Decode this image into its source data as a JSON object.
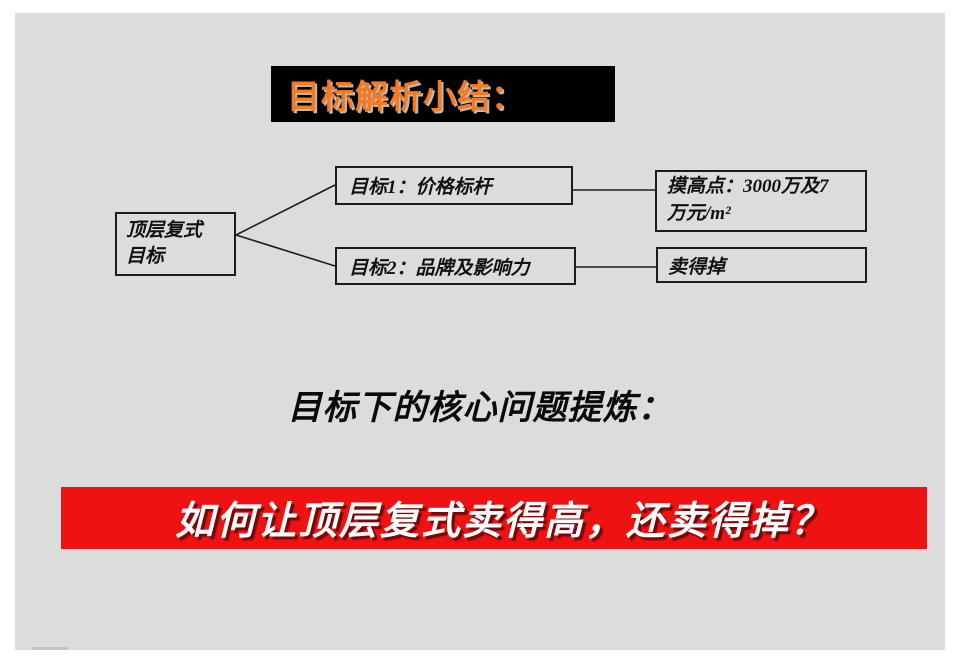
{
  "slide": {
    "title": "目标解析小结：",
    "diagram": {
      "root": "顶层复式\n目标",
      "goal1": "目标1：价格标杆",
      "goal2": "目标2：品牌及影响力",
      "outcome1": "摸高点：3000万及7\n万元/m²",
      "outcome2": "卖得掉"
    },
    "subheading": "目标下的核心问题提炼：",
    "banner": "如何让顶层复式卖得高，还卖得掉？"
  },
  "colors": {
    "title_text": "#f5791e",
    "title_bg": "#000000",
    "slide_bg": "#dcdcdc",
    "banner_bg": "#ee1212",
    "banner_text": "#ffffff",
    "line": "#1c1c1c"
  }
}
